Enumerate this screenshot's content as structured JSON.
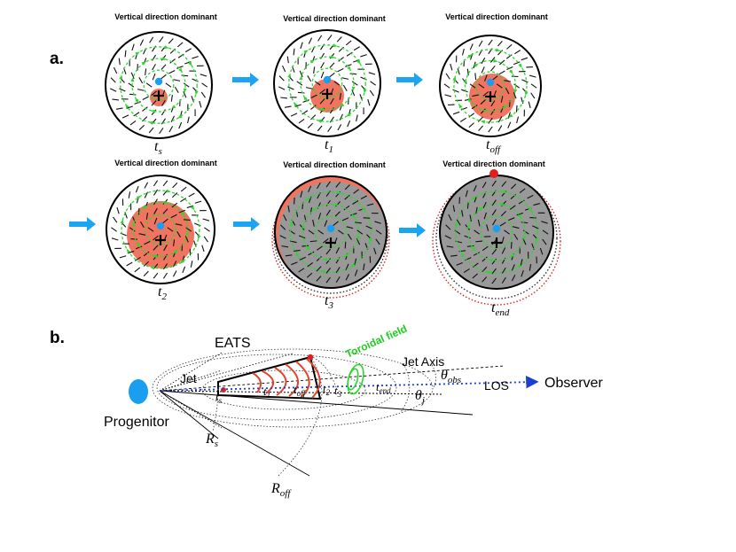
{
  "panel_a": {
    "label": "a.",
    "snapshots": [
      {
        "title": "Vertical direction dominant",
        "time_main": "t",
        "time_sub": "s"
      },
      {
        "title": "Vertical direction dominant",
        "time_main": "t",
        "time_sub": "1"
      },
      {
        "title": "Vertical direction dominant",
        "time_main": "t",
        "time_sub": "off"
      },
      {
        "title": "Vertical direction dominant",
        "time_main": "t",
        "time_sub": "2"
      },
      {
        "title": "Vertical direction dominant",
        "time_main": "t",
        "time_sub": "3"
      },
      {
        "title": "Vertical direction dominant",
        "time_main": "t",
        "time_sub": "end"
      }
    ]
  },
  "panel_b": {
    "label": "b.",
    "eats": "EATS",
    "toroidal": "Toroidal field",
    "jet": "Jet",
    "jet_axis": "Jet Axis",
    "progenitor": "Progenitor",
    "los": "LOS",
    "observer": "Observer",
    "rs_main": "R",
    "rs_sub": "s",
    "roff_main": "R",
    "roff_sub": "off",
    "theta_obs_main": "θ",
    "theta_obs_sub": "obs",
    "theta_j_main": "θ",
    "theta_j_sub": "j",
    "t_labels": [
      {
        "main": "t",
        "sub": "s"
      },
      {
        "main": "t",
        "sub": "1"
      },
      {
        "main": "t",
        "sub": "off"
      },
      {
        "main": "t",
        "sub": "2"
      },
      {
        "main": "t",
        "sub": "3"
      },
      {
        "main": "t",
        "sub": "end"
      }
    ]
  },
  "colors": {
    "emission_red": "#f07560",
    "shell_gray": "#999999",
    "field_green": "#2ed62e",
    "observer_blue": "#1a9ff0",
    "los_blue": "#1a3fd0",
    "arrow_blue": "#1aa4f2",
    "dot_red": "#e02020"
  }
}
